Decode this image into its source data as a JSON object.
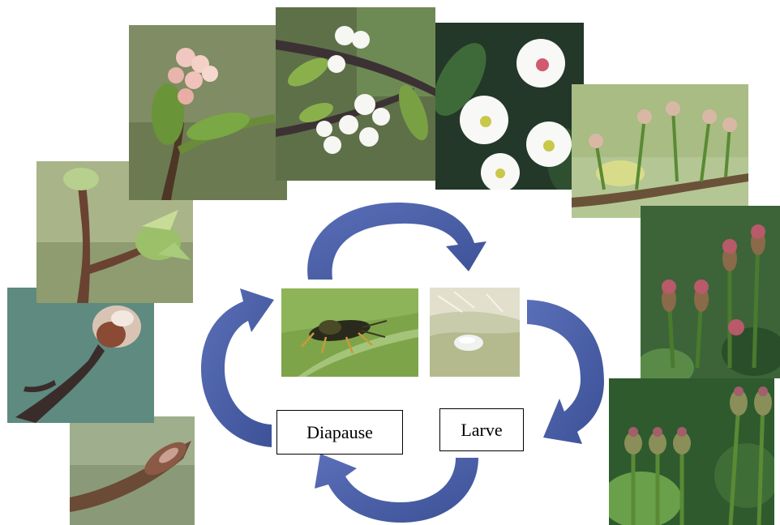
{
  "labels": {
    "diapause": "Diapause",
    "larve": "Larve"
  },
  "photos": {
    "bud_closed": "pear-bud-closed-photo",
    "bud_swelling": "pear-bud-swelling-photo",
    "bud_green_tip": "pear-bud-green-tip-photo",
    "flower_buds_pink": "pear-pink-flower-buds-photo",
    "blossom_branch": "pear-blossom-branch-photo",
    "full_bloom": "pear-full-bloom-photo",
    "petal_fall": "pear-petal-fall-photo",
    "fruit_set_1": "pear-fruitlet-photo",
    "fruit_set_2": "pear-young-fruit-photo",
    "adult_insect": "pear-sawfly-adult-photo",
    "egg": "sawfly-egg-photo"
  },
  "colors": {
    "arrow": "#4a5fa8",
    "arrow_dark": "#354a8e"
  }
}
